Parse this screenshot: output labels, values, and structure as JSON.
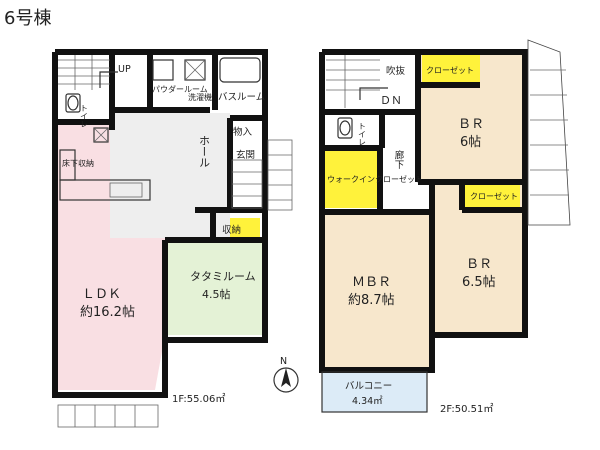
{
  "title": "6号棟",
  "floor1": {
    "area": "1F:55.06㎡",
    "rooms": {
      "up": "UP",
      "toilet": "トイレ",
      "powder_room": "パウダールーム",
      "washer": "洗濯機",
      "bath": "バスルーム",
      "hall": "ホール",
      "storage_small": "物入",
      "entrance": "玄関",
      "underfloor": "床下収納",
      "ldk_name": "ＬＤＫ",
      "ldk_size": "約16.2帖",
      "storage": "収納",
      "tatami_name": "タタミルーム",
      "tatami_size": "4.5帖"
    }
  },
  "floor2": {
    "area": "2F:50.51㎡",
    "rooms": {
      "void": "吹抜",
      "dn": "ＤＮ",
      "toilet": "トイレ",
      "corridor": "廊下",
      "closet1": "クローゼット",
      "br1_name": "ＢＲ",
      "br1_size": "6帖",
      "wic": "ウォークインクローゼット",
      "closet2": "クローゼット",
      "mbr_name": "ＭＢＲ",
      "mbr_size": "約8.7帖",
      "br2_name": "ＢＲ",
      "br2_size": "6.5帖",
      "balcony_name": "バルコニー",
      "balcony_size": "4.34㎡"
    }
  },
  "compass": "N",
  "colors": {
    "ldk": "#f9dfe3",
    "tatami": "#e4f2d6",
    "bedroom": "#f7e7cc",
    "yellow_label": "#fff23b",
    "balcony": "#dcebf7",
    "wet": "#ffffff",
    "wall": "#111111"
  }
}
